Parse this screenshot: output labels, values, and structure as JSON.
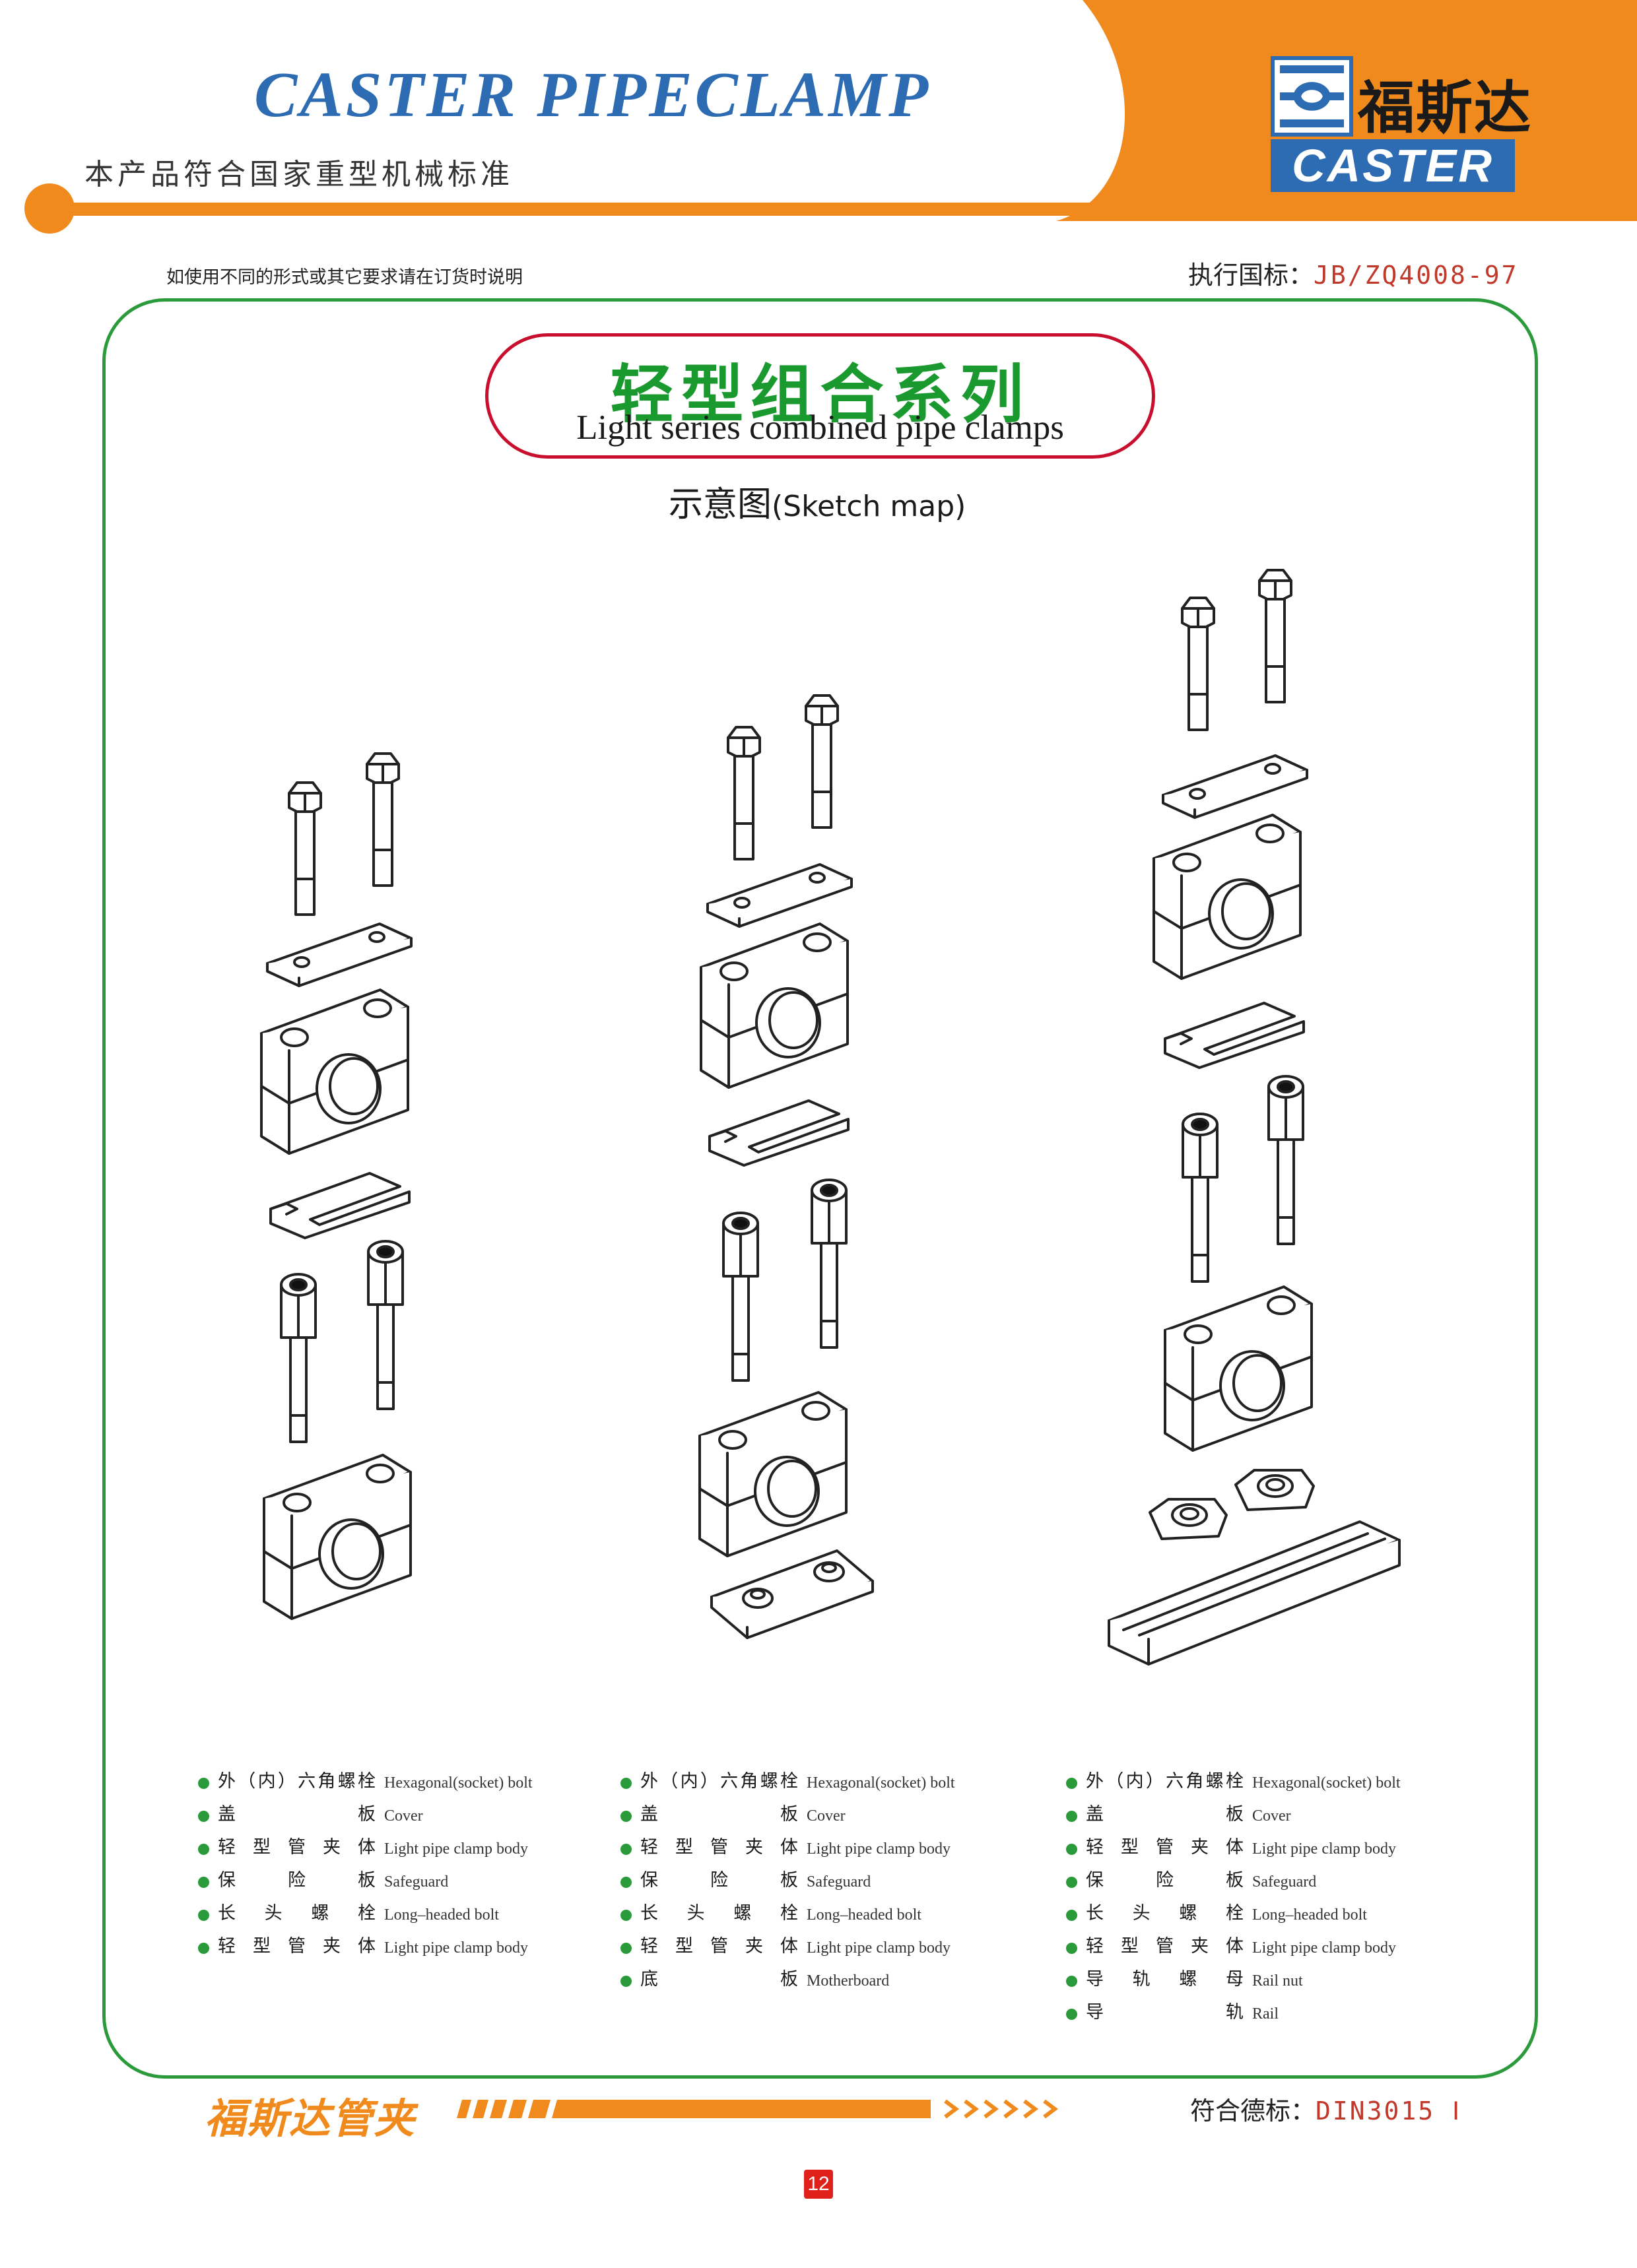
{
  "header": {
    "title": "CASTER PIPECLAMP",
    "standard_note": "本产品符合国家重型机械标准",
    "logo": {
      "cn": "福斯达",
      "en": "CASTER"
    }
  },
  "order_note": "如使用不同的形式或其它要求请在订货时说明",
  "exec_standard": {
    "label": "执行国标：",
    "code": "JB/ZQ4008-97"
  },
  "series": {
    "title_cn": "轻型组合系列",
    "title_en": "Light series combined pipe clamps"
  },
  "sketch": {
    "cn": "示意图",
    "en": "(Sketch map)"
  },
  "legends": [
    [
      {
        "cn": "外（内）六角螺栓",
        "en": "Hexagonal(socket) bolt"
      },
      {
        "cn": "盖板",
        "en": "Cover"
      },
      {
        "cn": "轻型管夹体",
        "en": "Light pipe clamp body"
      },
      {
        "cn": "保险板",
        "en": "Safeguard"
      },
      {
        "cn": "长头螺栓",
        "en": "Long–headed bolt"
      },
      {
        "cn": "轻型管夹体",
        "en": "Light pipe clamp body"
      }
    ],
    [
      {
        "cn": "外（内）六角螺栓",
        "en": "Hexagonal(socket) bolt"
      },
      {
        "cn": "盖板",
        "en": "Cover"
      },
      {
        "cn": "轻型管夹体",
        "en": "Light pipe clamp body"
      },
      {
        "cn": "保险板",
        "en": "Safeguard"
      },
      {
        "cn": "长头螺栓",
        "en": "Long–headed bolt"
      },
      {
        "cn": "轻型管夹体",
        "en": "Light pipe clamp body"
      },
      {
        "cn": "底板",
        "en": "Motherboard"
      }
    ],
    [
      {
        "cn": "外（内）六角螺栓",
        "en": "Hexagonal(socket) bolt"
      },
      {
        "cn": "盖板",
        "en": "Cover"
      },
      {
        "cn": "轻型管夹体",
        "en": "Light pipe clamp body"
      },
      {
        "cn": "保险板",
        "en": "Safeguard"
      },
      {
        "cn": "长头螺栓",
        "en": "Long–headed bolt"
      },
      {
        "cn": "轻型管夹体",
        "en": "Light pipe clamp body"
      },
      {
        "cn": "导轨螺母",
        "en": "Rail nut"
      },
      {
        "cn": "导轨",
        "en": "Rail"
      }
    ]
  ],
  "footer": {
    "brand": "福斯达管夹",
    "din_label": "符合德标：",
    "din_code": "DIN3015 Ⅰ",
    "page": "12"
  },
  "colors": {
    "orange": "#f08a1c",
    "blue": "#2d6cb2",
    "green": "#2a9a3a",
    "red": "#c8102e"
  }
}
